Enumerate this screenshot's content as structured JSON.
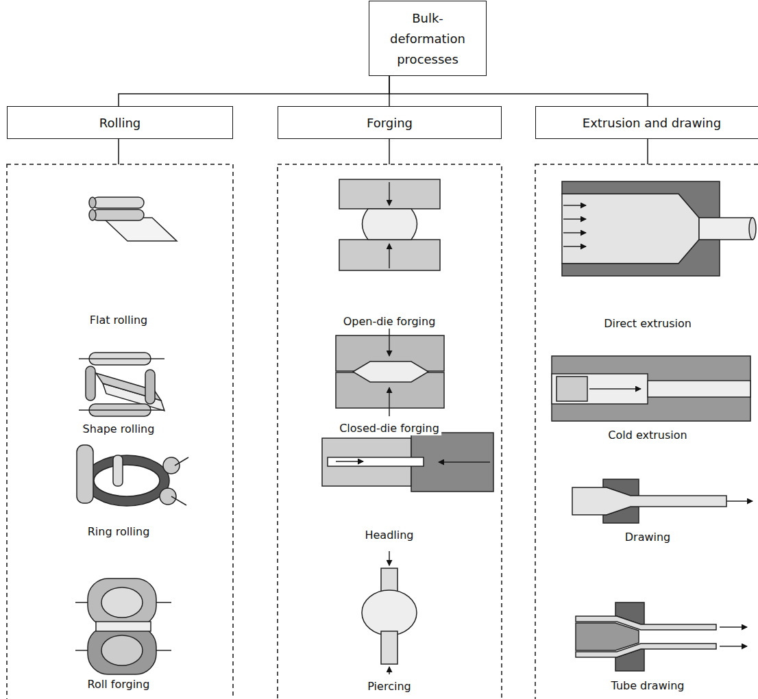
{
  "diagram": {
    "nodes": [
      {
        "text": [
          "Bulk-deformation processes"
        ]
      },
      {
        "text": [
          "Rolling"
        ]
      },
      {
        "text": [
          "Forging"
        ]
      },
      {
        "text": [
          "Extrusion and drawing"
        ]
      }
    ],
    "edges": [
      {
        "from": 0,
        "to": 1,
        "arrow": "none"
      },
      {
        "from": 0,
        "to": 2,
        "arrow": "none"
      },
      {
        "from": 0,
        "to": 3,
        "arrow": "none"
      }
    ],
    "labels": [
      "Flat rolling",
      "Shape rolling",
      "Ring rolling",
      "Roll forging",
      "Open-die forging",
      "Closed-die forging",
      "Headling",
      "Piercing",
      "Direct extrusion",
      "Cold extrusion",
      "Drawing",
      "Tube drawing"
    ]
  }
}
